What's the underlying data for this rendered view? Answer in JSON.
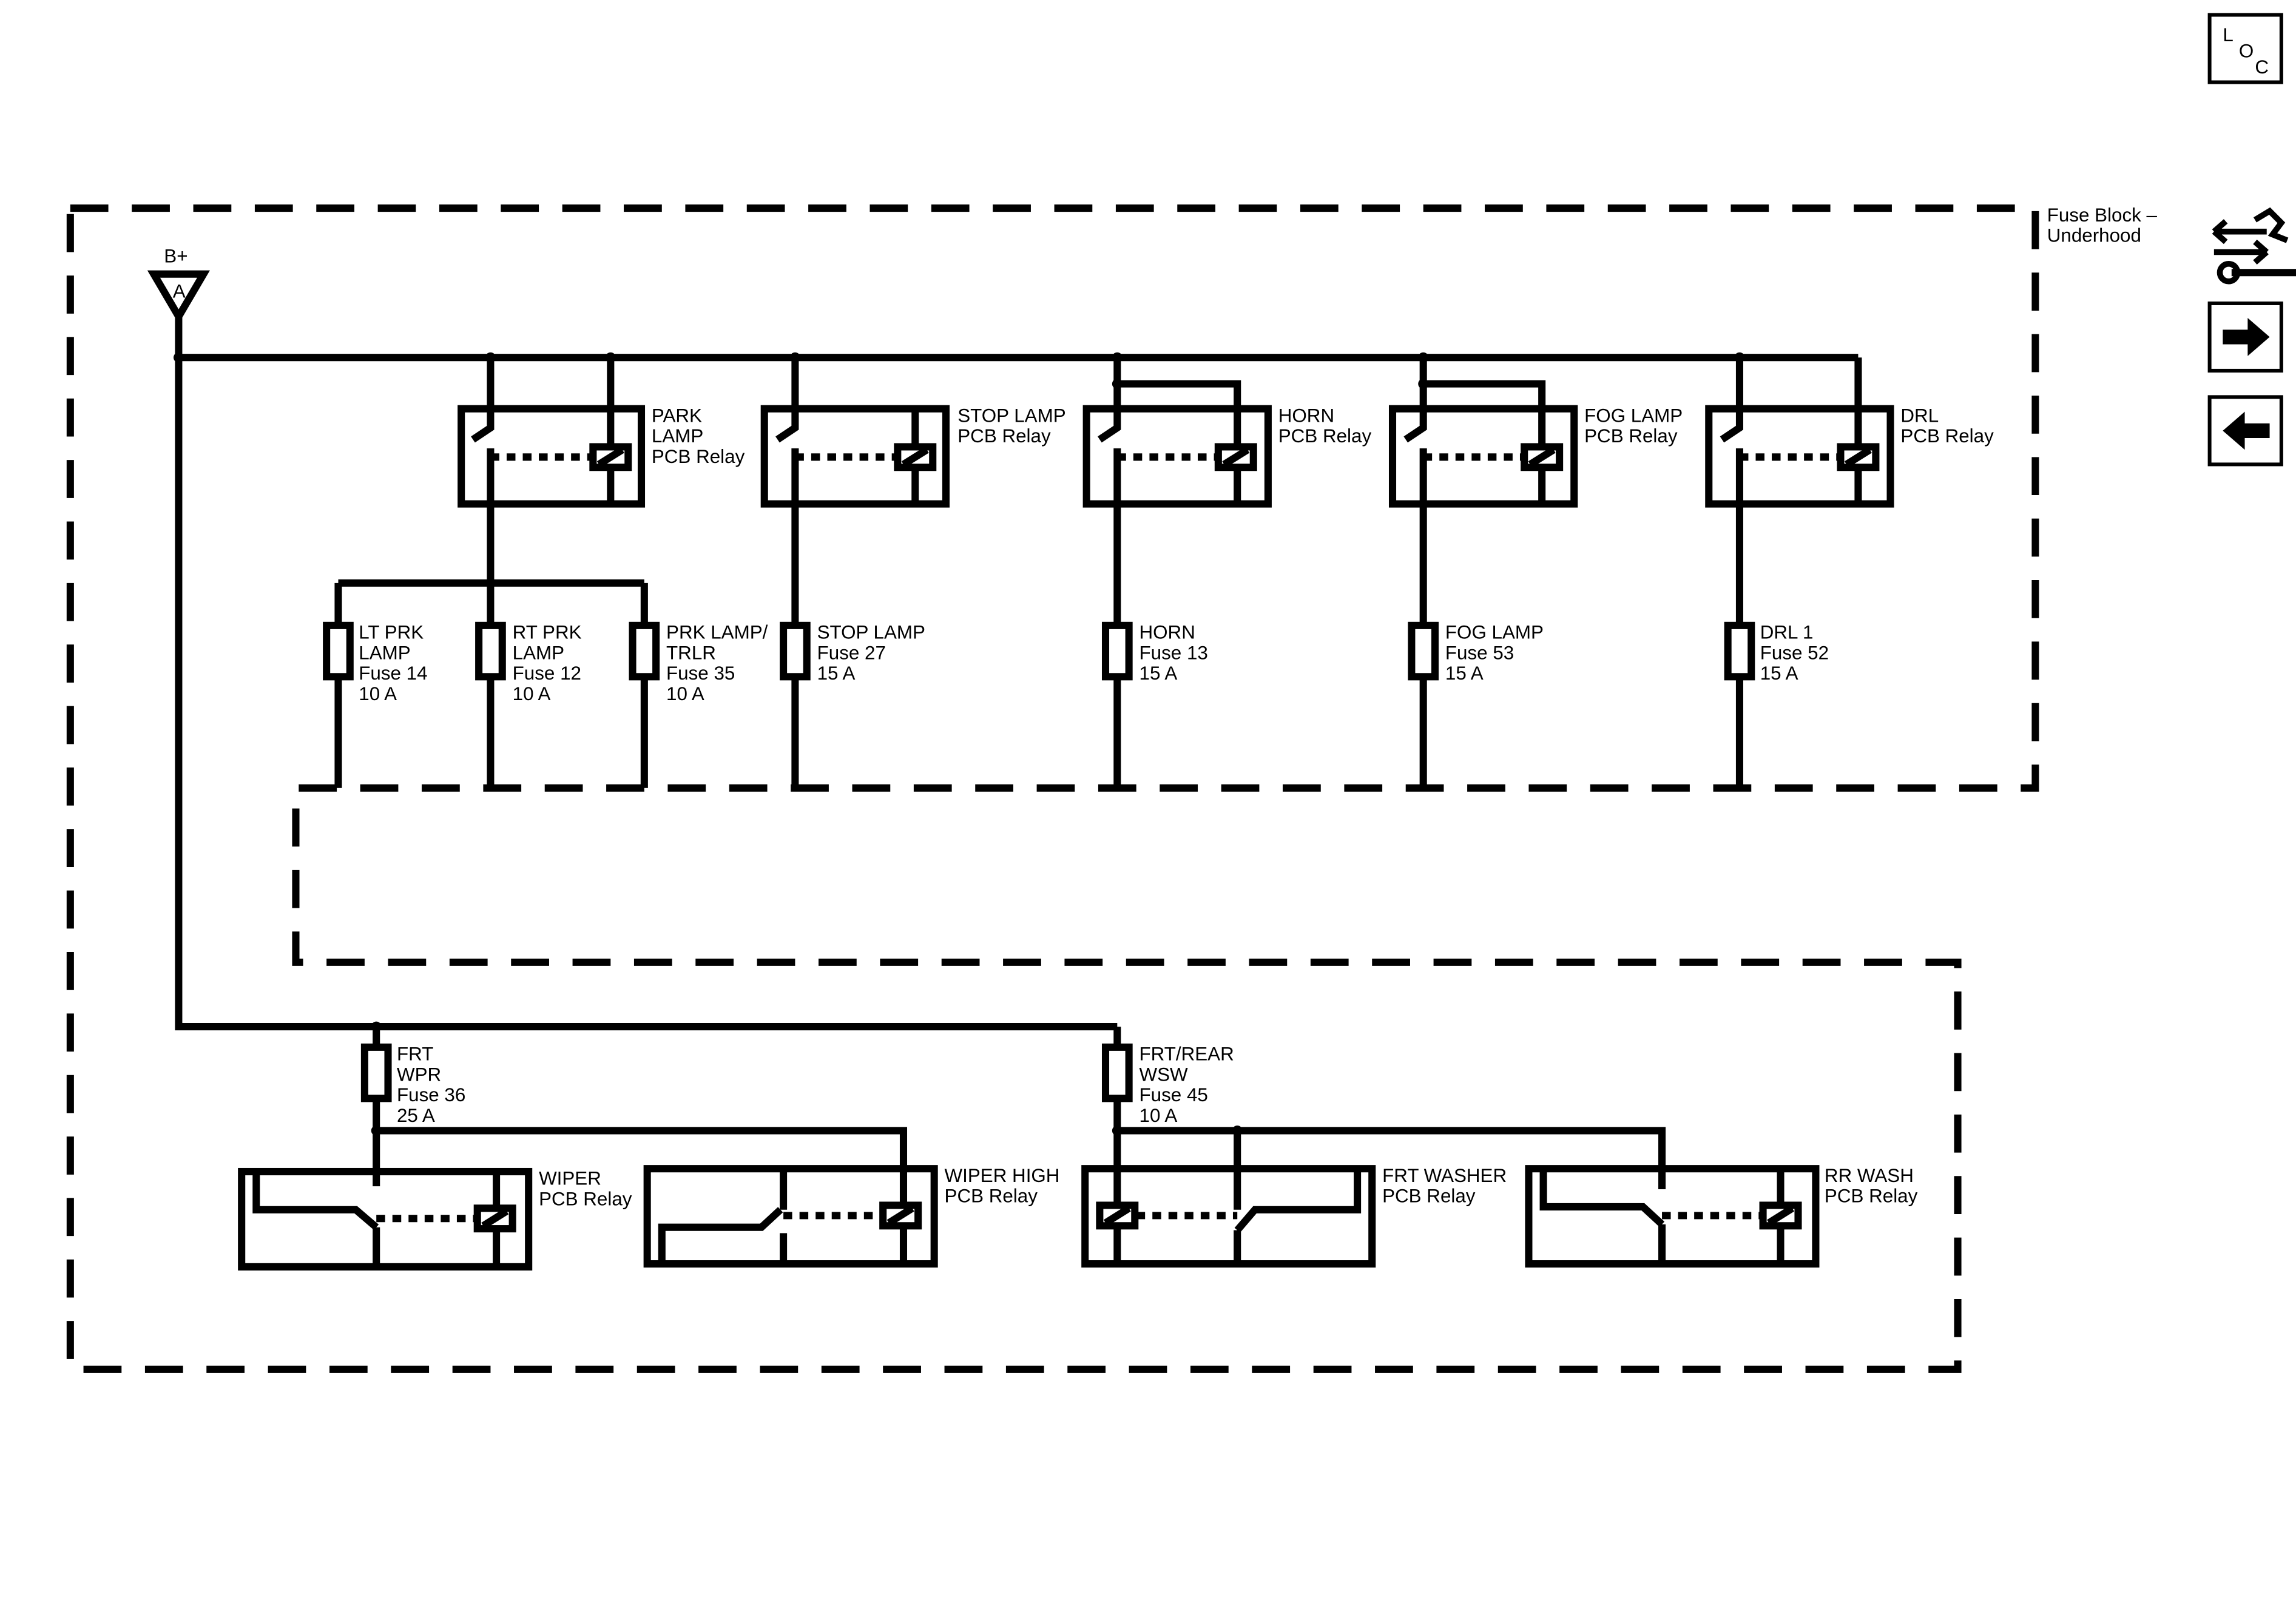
{
  "fuse_block": {
    "label_line1": "Fuse Block –",
    "label_line2": "Underhood"
  },
  "power": {
    "name": "B+",
    "connector": "A"
  },
  "nav": {
    "loc": {
      "l": "L",
      "o": "O",
      "c": "C"
    },
    "icons": [
      "component-locator-icon",
      "next-page-arrow-icon",
      "previous-page-arrow-icon"
    ]
  },
  "top_relays": [
    {
      "lines": [
        "PARK",
        "LAMP",
        "PCB Relay"
      ]
    },
    {
      "lines": [
        "STOP LAMP",
        "PCB Relay"
      ]
    },
    {
      "lines": [
        "HORN",
        "PCB Relay"
      ]
    },
    {
      "lines": [
        "FOG LAMP",
        "PCB Relay"
      ]
    },
    {
      "lines": [
        "DRL",
        "PCB Relay"
      ]
    }
  ],
  "top_fuses": [
    {
      "lines": [
        "LT PRK",
        "LAMP",
        "Fuse 14",
        "10 A"
      ]
    },
    {
      "lines": [
        "RT PRK",
        "LAMP",
        "Fuse 12",
        "10 A"
      ]
    },
    {
      "lines": [
        "PRK LAMP/",
        "TRLR",
        "Fuse 35",
        "10 A"
      ]
    },
    {
      "lines": [
        "STOP LAMP",
        "Fuse 27",
        "15 A"
      ]
    },
    {
      "lines": [
        "HORN",
        "Fuse 13",
        "15 A"
      ]
    },
    {
      "lines": [
        "FOG LAMP",
        "Fuse 53",
        "15 A"
      ]
    },
    {
      "lines": [
        "DRL 1",
        "Fuse 52",
        "15 A"
      ]
    }
  ],
  "bottom_fuses": [
    {
      "lines": [
        "FRT",
        "WPR",
        "Fuse 36",
        "25 A"
      ]
    },
    {
      "lines": [
        "FRT/REAR",
        "WSW",
        "Fuse 45",
        "10 A"
      ]
    }
  ],
  "bottom_relays": [
    {
      "lines": [
        "WIPER",
        "PCB Relay"
      ]
    },
    {
      "lines": [
        "WIPER HIGH",
        "PCB Relay"
      ]
    },
    {
      "lines": [
        "FRT WASHER",
        "PCB Relay"
      ]
    },
    {
      "lines": [
        "RR WASH",
        "PCB Relay"
      ]
    }
  ]
}
